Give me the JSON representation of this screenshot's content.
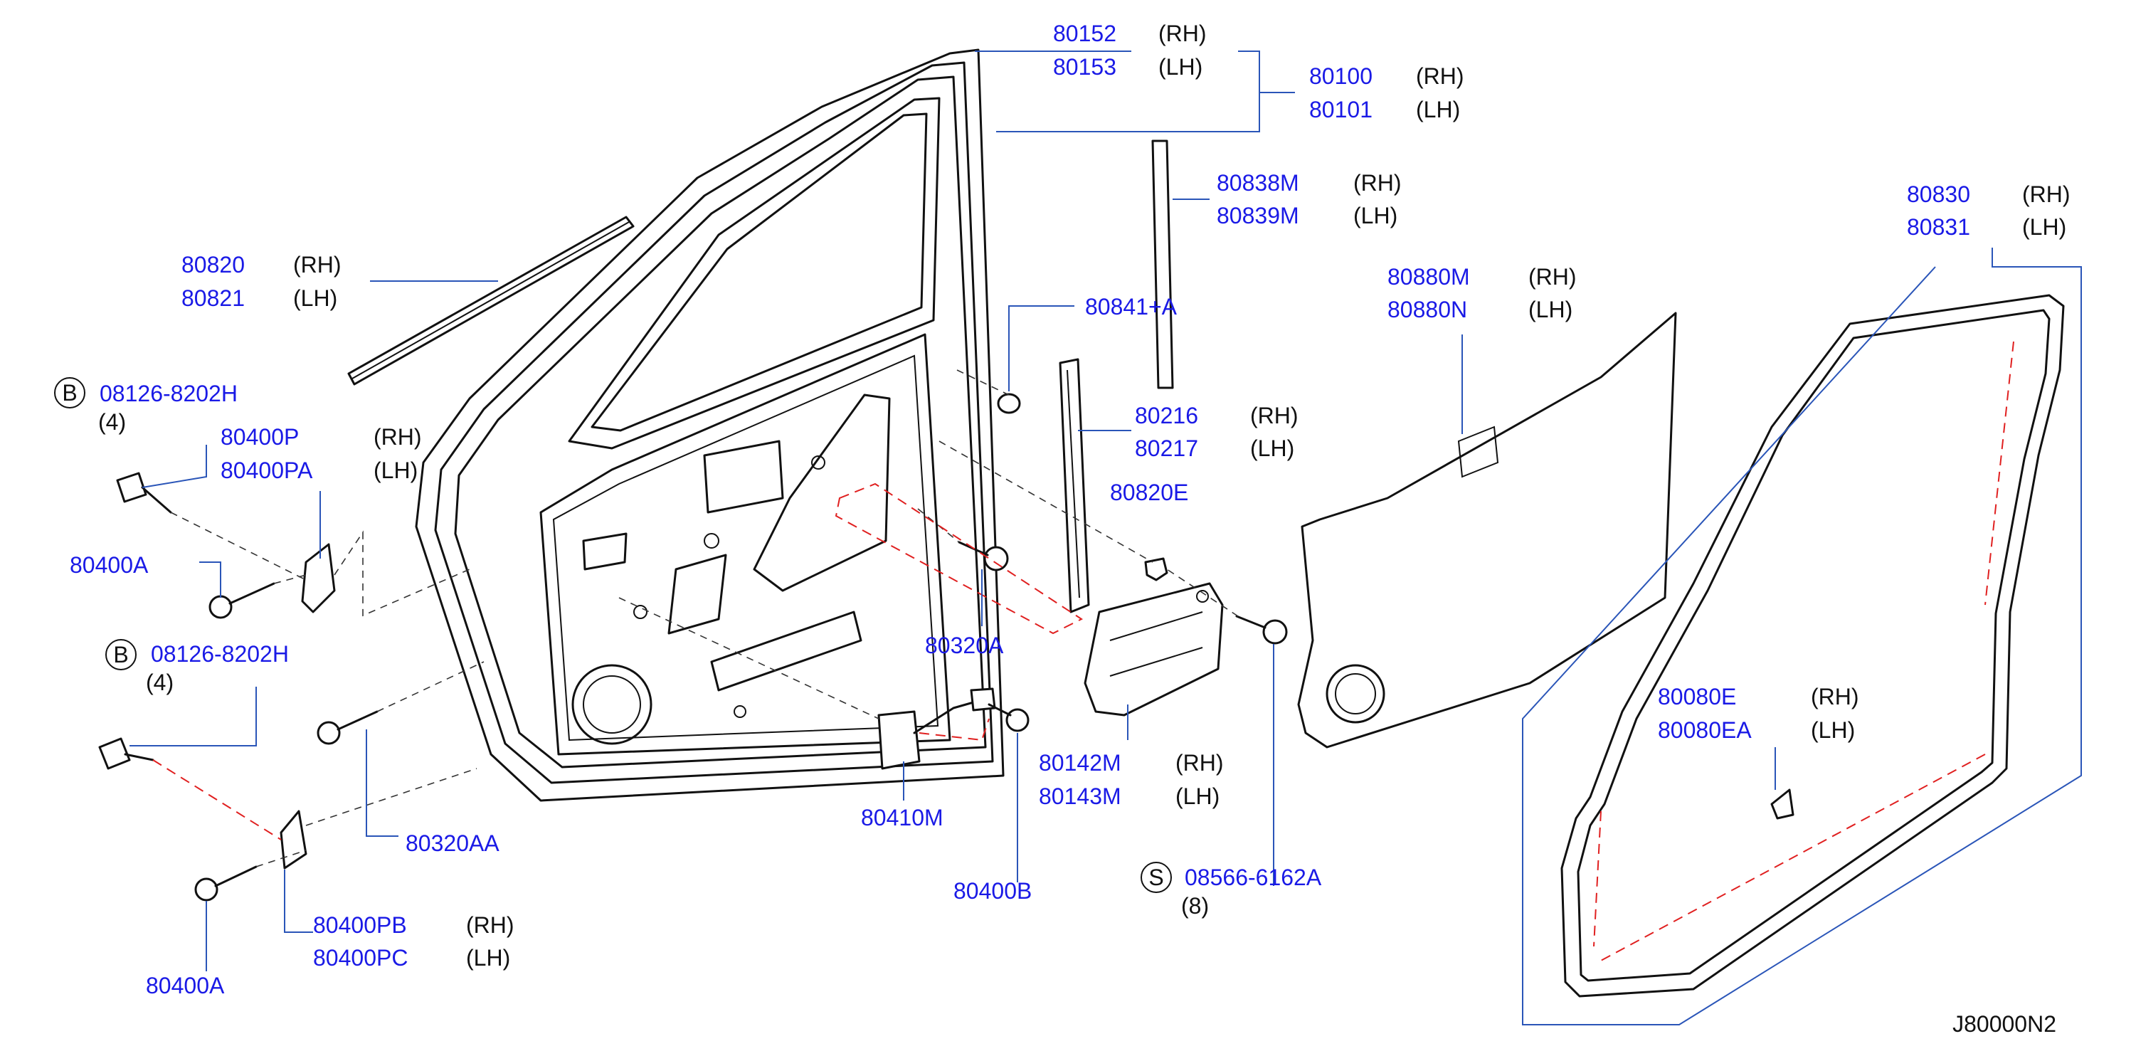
{
  "labels": {
    "p80152": {
      "num": "80152",
      "side": "(RH)"
    },
    "p80153": {
      "num": "80153",
      "side": "(LH)"
    },
    "p80100": {
      "num": "80100",
      "side": "(RH)"
    },
    "p80101": {
      "num": "80101",
      "side": "(LH)"
    },
    "p80838M": {
      "num": "80838M",
      "side": "(RH)"
    },
    "p80839M": {
      "num": "80839M",
      "side": "(LH)"
    },
    "p80830": {
      "num": "80830",
      "side": "(RH)"
    },
    "p80831": {
      "num": "80831",
      "side": "(LH)"
    },
    "p80820": {
      "num": "80820",
      "side": "(RH)"
    },
    "p80821": {
      "num": "80821",
      "side": "(LH)"
    },
    "p80880M": {
      "num": "80880M",
      "side": "(RH)"
    },
    "p80880N": {
      "num": "80880N",
      "side": "(LH)"
    },
    "p80841A": {
      "num": "80841+A"
    },
    "p08126a": {
      "letter": "B",
      "num": "08126-8202H",
      "qty": "(4)"
    },
    "p80400P": {
      "num": "80400P",
      "side": "(RH)"
    },
    "p80400PA": {
      "num": "80400PA",
      "side": "(LH)"
    },
    "p80216": {
      "num": "80216",
      "side": "(RH)"
    },
    "p80217": {
      "num": "80217",
      "side": "(LH)"
    },
    "p80820E": {
      "num": "80820E"
    },
    "p80400A_top": {
      "num": "80400A"
    },
    "p08126b": {
      "letter": "B",
      "num": "08126-8202H",
      "qty": "(4)"
    },
    "p80320A": {
      "num": "80320A"
    },
    "p80080E": {
      "num": "80080E",
      "side": "(RH)"
    },
    "p80080EA": {
      "num": "80080EA",
      "side": "(LH)"
    },
    "p80142M": {
      "num": "80142M",
      "side": "(RH)"
    },
    "p80143M": {
      "num": "80143M",
      "side": "(LH)"
    },
    "p80410M": {
      "num": "80410M"
    },
    "p80320AA": {
      "num": "80320AA"
    },
    "p08566": {
      "letter": "S",
      "num": "08566-6162A",
      "qty": "(8)"
    },
    "p80400B": {
      "num": "80400B"
    },
    "p80400PB": {
      "num": "80400PB",
      "side": "(RH)"
    },
    "p80400PC": {
      "num": "80400PC",
      "side": "(LH)"
    },
    "p80400A_bot": {
      "num": "80400A"
    }
  },
  "footer": {
    "ref": "J80000N2"
  },
  "colors": {
    "part_number": "#1a1ae6",
    "leader": "#2a55b8",
    "seal_guide": "#e02020",
    "outline": "#111111"
  }
}
